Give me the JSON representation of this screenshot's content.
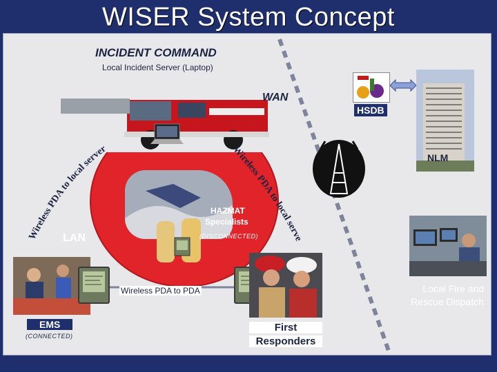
{
  "title": "WISER System Concept",
  "incident_command": {
    "heading": "INCIDENT COMMAND",
    "subheading": "Local Incident Server (Laptop)"
  },
  "wan_label": "WAN",
  "hsdb_label": "HSDB",
  "nlm_label": "NLM",
  "lan_label": "LAN",
  "arc_left": "Wireless PDA to local server",
  "arc_right": "Wireless PDA to local server",
  "hazmat": {
    "label_line1": "HAZMAT",
    "label_line2": "Specialists",
    "status": "(DISCONNECTED)"
  },
  "wireless_pda_to_pda": "Wireless PDA to PDA",
  "ems": {
    "label": "EMS",
    "status": "(CONNECTED)"
  },
  "first_responders": {
    "line1": "First",
    "line2": "Responders"
  },
  "dispatch": {
    "line1": "Local Fire and",
    "line2": "Rescue Dispatch"
  },
  "colors": {
    "background": "#1f2f6e",
    "panel": "#e8e8ea",
    "lan_circle": "#e0242a",
    "dash": "#7d849c"
  }
}
